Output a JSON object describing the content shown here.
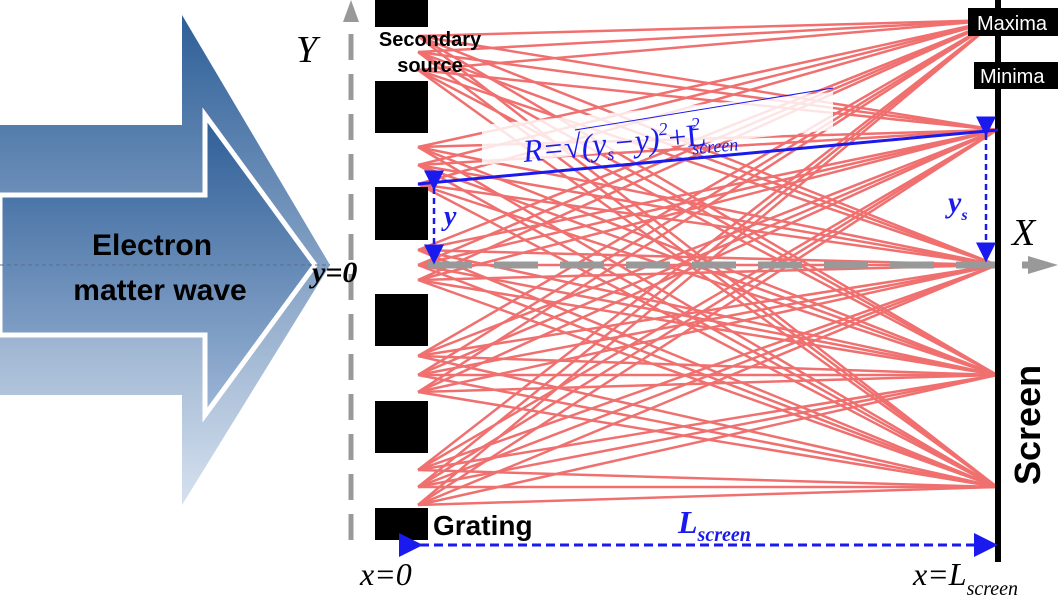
{
  "labels": {
    "wave_line1": "Electron",
    "wave_line2": "matter wave",
    "y_axis": "Y",
    "x_axis": "X",
    "secondary_line1": "Secondary",
    "secondary_line2": "source",
    "maxima": "Maxima",
    "minima": "Minima",
    "screen": "Screen",
    "grating": "Grating",
    "y_zero": "y=0",
    "x_zero": "x=0",
    "x_screen_main": "x=L",
    "x_screen_sub": "screen",
    "y_var": "y",
    "ys_main": "y",
    "ys_sub": "s",
    "l_main": "L",
    "l_sub": "screen",
    "formula_r": "R=√(y",
    "formula_s": "s",
    "formula_mid": "−y)",
    "formula_sq1": "2",
    "formula_plus": "+L",
    "formula_sq2": "2",
    "formula_screen": "screen"
  },
  "colors": {
    "ray": "#f07070",
    "annotation": "#1a1aee",
    "axis": "#999999",
    "arrow_dark": "#2e5f98",
    "arrow_light": "#c8d6ea"
  }
}
